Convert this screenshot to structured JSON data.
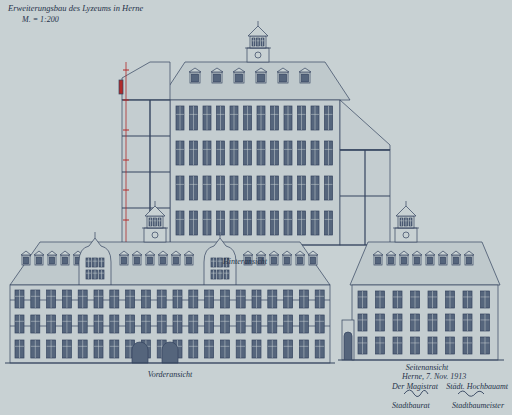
{
  "diagram": {
    "title": "Erweiterungsbau des Lyzeums in Herne",
    "labels": [
      "M. = 1:200",
      "Hinteransicht",
      "Vorderansicht",
      "Seitenansicht",
      "Herne, 7. Nov. 1913",
      "Der Magistrat",
      "Städt. Hochbauamt",
      "Stadtbaurat",
      "Stadtbaumeister"
    ]
  }
}
